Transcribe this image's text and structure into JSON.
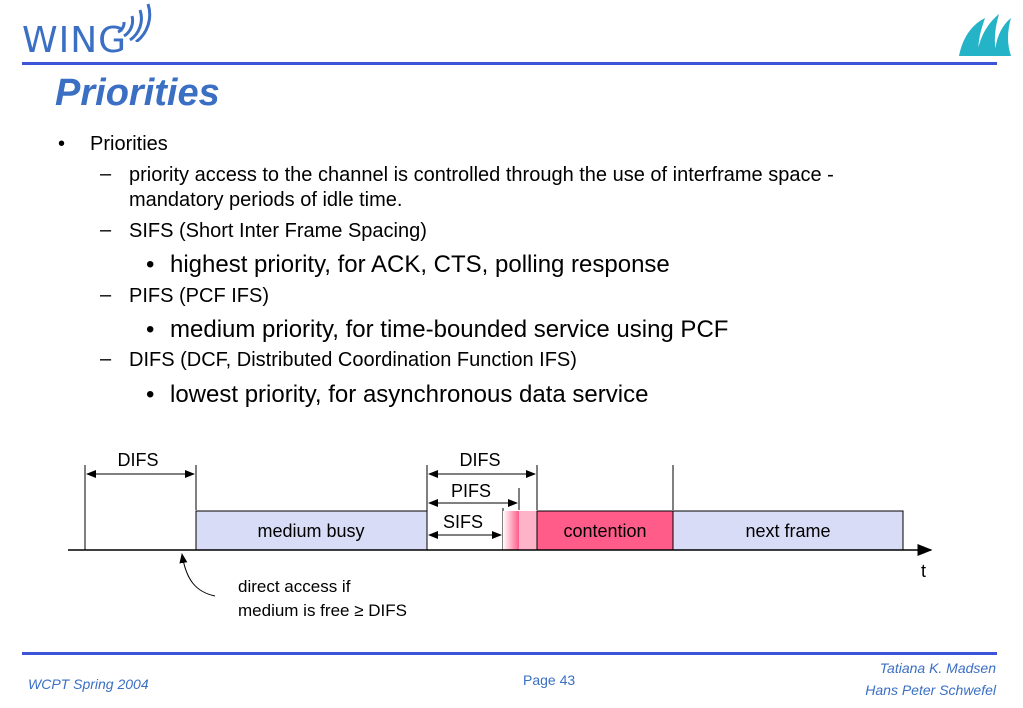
{
  "header": {
    "logo_text": "WING",
    "title": "Priorities"
  },
  "content": {
    "bullet": "Priorities",
    "items": [
      {
        "text": "priority access to the channel is controlled through the use of interframe space - mandatory periods of idle time."
      },
      {
        "text": "SIFS (Short Inter Frame Spacing)",
        "sub": "highest priority, for ACK, CTS, polling response"
      },
      {
        "text": "PIFS (PCF IFS)",
        "sub": "medium priority, for time-bounded service using PCF"
      },
      {
        "text": "DIFS (DCF, Distributed Coordination Function IFS)",
        "sub": "lowest priority, for asynchronous data service"
      }
    ]
  },
  "diagram": {
    "difs_left": "DIFS",
    "difs_right": "DIFS",
    "pifs": "PIFS",
    "sifs": "SIFS",
    "medium_busy": "medium busy",
    "contention": "contention",
    "next_frame": "next frame",
    "time_label": "t",
    "note_line1": "direct access if",
    "note_line2": "medium is free ≥ DIFS",
    "colors": {
      "frame": "#d9dcf7",
      "contention": "#ff5c8a",
      "axis": "#000000"
    }
  },
  "footer": {
    "left": "WCPT Spring 2004",
    "center": "Page 43",
    "right1": "Tatiana K. Madsen",
    "right2": "Hans Peter Schwefel"
  }
}
